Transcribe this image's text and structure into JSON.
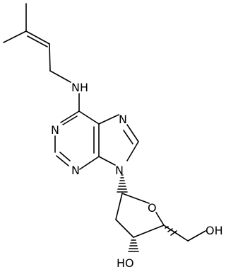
{
  "molecule": {
    "atoms": {
      "amine_nh": "NH",
      "n1": "N",
      "n3": "N",
      "n7": "N",
      "n9": "N",
      "ring_o": "O",
      "oh_5prime": "OH",
      "oh_3prime": "HO"
    }
  },
  "colors": {
    "bond": "#000000",
    "label": "#000000",
    "background": "#ffffff"
  }
}
